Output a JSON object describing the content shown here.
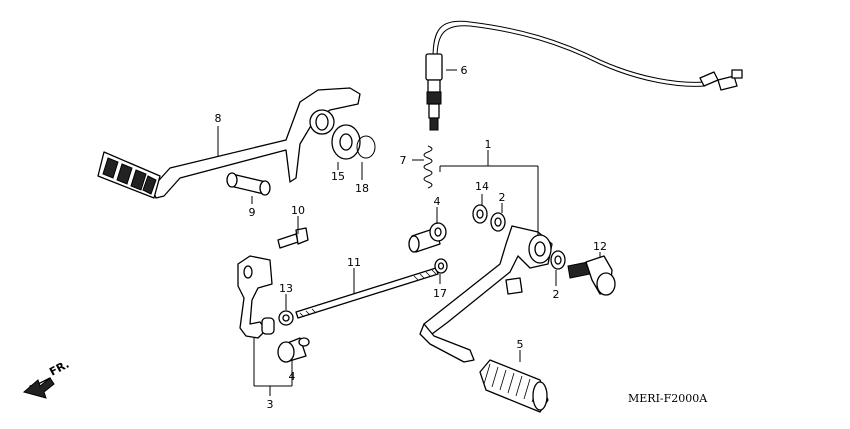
{
  "diagram": {
    "code": "MERI-F2000A",
    "direction_label": "FR.",
    "callouts": [
      "1",
      "2",
      "2",
      "3",
      "4",
      "4",
      "5",
      "6",
      "7",
      "8",
      "9",
      "10",
      "11",
      "12",
      "13",
      "14",
      "15",
      "17",
      "18"
    ]
  }
}
